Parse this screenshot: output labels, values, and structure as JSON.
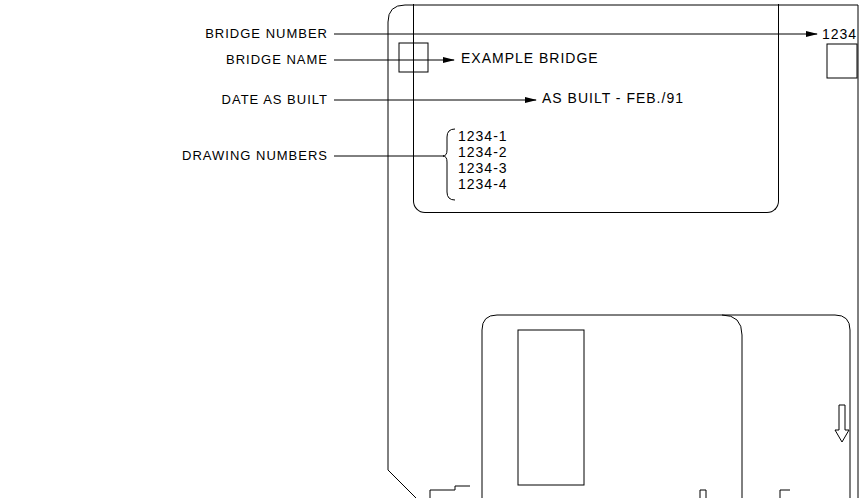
{
  "diagram": {
    "nodes": [
      {
        "text": [
          "EXAMPLE BRIDGE",
          "AS BUILT - FEB./91",
          "1234-1",
          "1234-2",
          "1234-3",
          "1234-4"
        ]
      }
    ],
    "labels": [
      "BRIDGE NUMBER",
      "BRIDGE NAME",
      "DATE AS BUILT",
      "DRAWING NUMBERS",
      "1234"
    ]
  }
}
